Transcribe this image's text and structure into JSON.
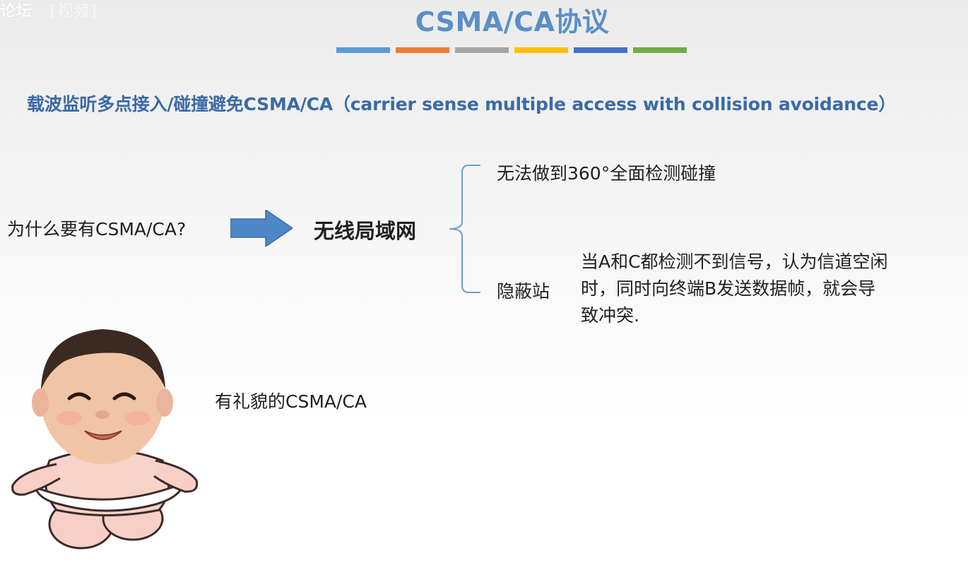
{
  "watermark": {
    "left": "论坛",
    "right": "[视频]"
  },
  "title": "CSMA/CA协议",
  "title_bar_colors": [
    "#5b9bd5",
    "#ed7d31",
    "#a5a5a5",
    "#ffc000",
    "#4472c4",
    "#70ad47"
  ],
  "subtitle": "载波监听多点接入/碰撞避免CSMA/CA（carrier sense multiple access with collision avoidance）",
  "question": "为什么要有CSMA/CA?",
  "arrow_icon": "right-arrow",
  "wlan": "无线局域网",
  "reasons": {
    "first": "无法做到360°全面检测碰撞",
    "second_label": "隐蔽站",
    "second_detail": "当A和C都检测不到信号，认为信道空闲时，同时向终端B发送数据帧，就会导致冲突."
  },
  "caption": "有礼貌的CSMA/CA",
  "colors": {
    "title": "#5b8fc7",
    "subtitle": "#3b6aa6",
    "arrow": "#4f86c6",
    "brace": "#6a9ed3"
  }
}
